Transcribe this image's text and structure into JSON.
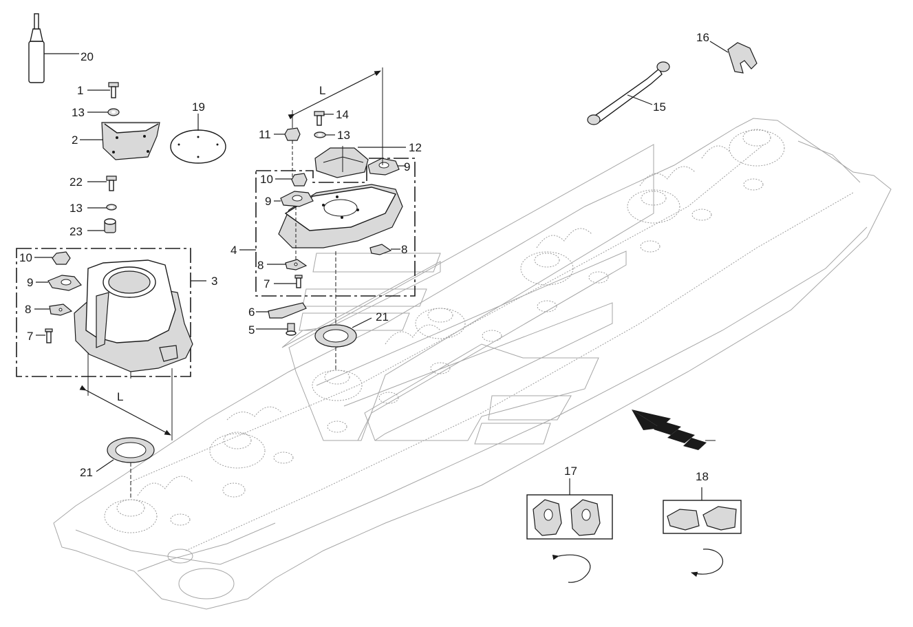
{
  "labels": {
    "l1": "1",
    "l2": "2",
    "l3": "3",
    "l4": "4",
    "l5": "5",
    "l6": "6",
    "l7a": "7",
    "l7b": "7",
    "l8a": "8",
    "l8b": "8",
    "l8c": "8",
    "l9a": "9",
    "l9b": "9",
    "l9c": "9",
    "l10a": "10",
    "l10b": "10",
    "l11": "11",
    "l12": "12",
    "l13a": "13",
    "l13b": "13",
    "l13c": "13",
    "l14": "14",
    "l15": "15",
    "l16": "16",
    "l17": "17",
    "l18": "18",
    "l19": "19",
    "l20": "20",
    "l21a": "21",
    "l21b": "21",
    "l22": "22",
    "l23": "23"
  },
  "dimensions": {
    "length_top": "L",
    "length_left": "L"
  }
}
